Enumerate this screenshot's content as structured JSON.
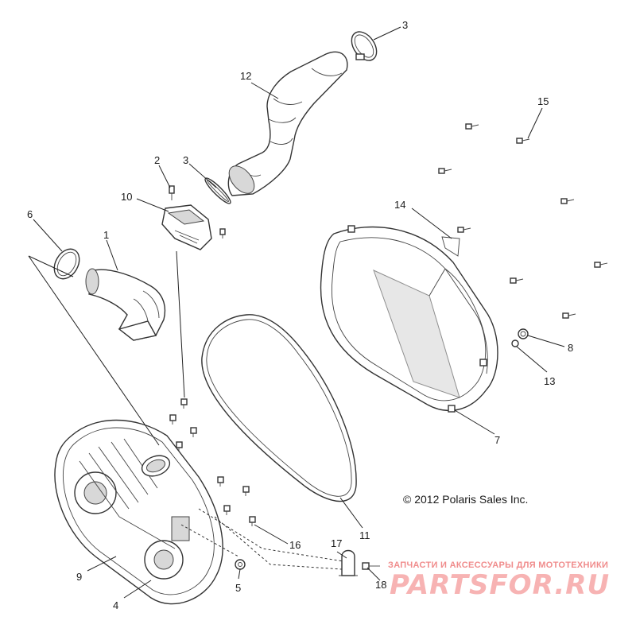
{
  "diagram": {
    "callouts": [
      "3",
      "12",
      "15",
      "2",
      "3",
      "10",
      "14",
      "6",
      "1",
      "8",
      "13",
      "7",
      "11",
      "16",
      "17",
      "18",
      "9",
      "5",
      "4"
    ],
    "copyright": "© 2012 Polaris Sales Inc.",
    "watermark": {
      "tagline": "ЗАПЧАСТИ И АКСЕССУАРЫ ДЛЯ МОТОТЕХНИКИ",
      "logo": "PARTSFOR.RU"
    },
    "colors": {
      "line": "#333333",
      "watermark": "#f4a6a6"
    }
  }
}
